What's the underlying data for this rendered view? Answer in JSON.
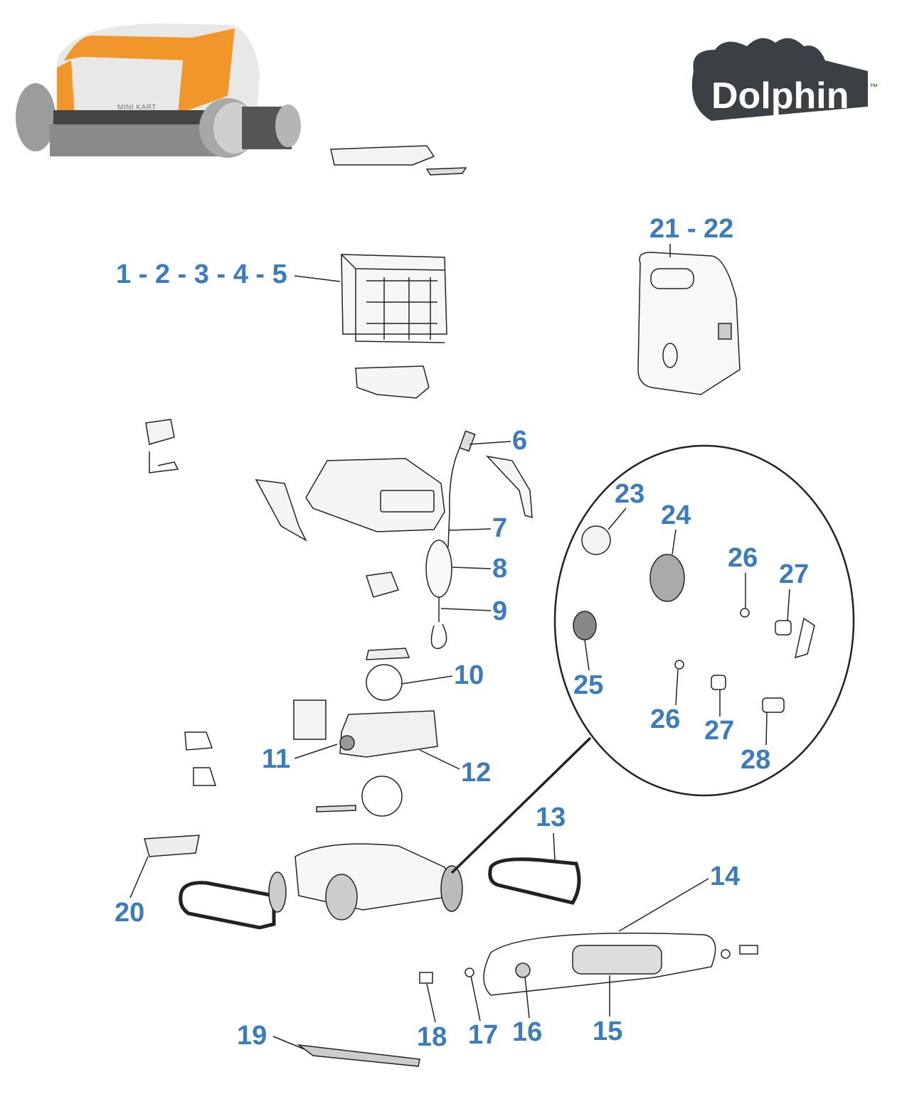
{
  "product": {
    "model_label": "MINI KART"
  },
  "brand": {
    "logo_text": "Dolphin",
    "trademark": "™"
  },
  "colors": {
    "label": "#3b7cc0",
    "robot_accent": "#f0962a",
    "line": "#222222"
  },
  "callouts": {
    "filter": "1 - 2 - 3 - 4 - 5",
    "c6": "6",
    "c7": "7",
    "c8": "8",
    "c9": "9",
    "c10": "10",
    "c11": "11",
    "c12": "12",
    "c13": "13",
    "c14": "14",
    "c15": "15",
    "c16": "16",
    "c17": "17",
    "c18": "18",
    "c19": "19",
    "c20": "20",
    "power_supply": "21 - 22",
    "c23": "23",
    "c24": "24",
    "c25": "25",
    "c26a": "26",
    "c26b": "26",
    "c27a": "27",
    "c27b": "27",
    "c28": "28"
  }
}
